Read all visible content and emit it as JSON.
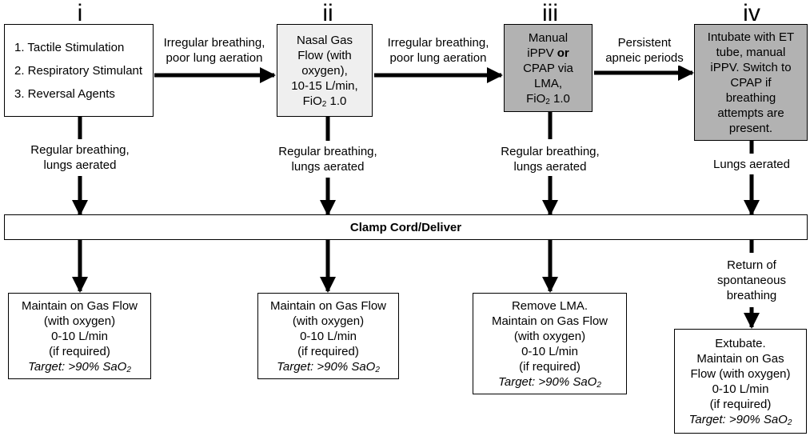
{
  "stages": [
    {
      "numeral": "i",
      "lines": [
        "1. Tactile Stimulation",
        "2. Respiratory Stimulant",
        "3. Reversal Agents"
      ]
    },
    {
      "numeral": "ii",
      "lines": [
        "Nasal Gas",
        "Flow (with",
        "oxygen),",
        "10-15 L/min,",
        "FiO",
        "2",
        " 1.0"
      ]
    },
    {
      "numeral": "iii",
      "lines": [
        "Manual",
        "iPPV",
        "or",
        "CPAP via",
        "LMA,",
        "FiO",
        "2",
        " 1.0"
      ]
    },
    {
      "numeral": "iv",
      "lines": [
        "Intubate with ET",
        "tube, manual",
        "iPPV. Switch to",
        "CPAP if",
        "breathing",
        "attempts are",
        "present."
      ]
    }
  ],
  "transitions": [
    {
      "lines": [
        "Irregular breathing,",
        "poor lung aeration"
      ]
    },
    {
      "lines": [
        "Irregular breathing,",
        "poor lung aeration"
      ]
    },
    {
      "lines": [
        "Persistent",
        "apneic periods"
      ]
    }
  ],
  "down_labels": [
    {
      "lines": [
        "Regular breathing,",
        "lungs aerated"
      ]
    },
    {
      "lines": [
        "Regular breathing,",
        "lungs aerated"
      ]
    },
    {
      "lines": [
        "Regular breathing,",
        "lungs aerated"
      ]
    },
    {
      "lines": [
        "Lungs aerated"
      ]
    }
  ],
  "clamp_label": "Clamp Cord/Deliver",
  "return_label": [
    "Return of",
    "spontaneous",
    "breathing"
  ],
  "outcomes": [
    {
      "lines": [
        "Maintain on Gas Flow",
        "(with oxygen)",
        "0-10 L/min",
        "(if required)",
        "Target: >90% SaO",
        "2"
      ]
    },
    {
      "lines": [
        "Maintain on Gas Flow",
        "(with oxygen)",
        "0-10 L/min",
        "(if required)",
        "Target: >90% SaO",
        "2"
      ]
    },
    {
      "lines": [
        "Remove LMA.",
        "Maintain on Gas Flow",
        "(with oxygen)",
        "0-10 L/min",
        "(if required)",
        "Target: >90% SaO",
        "2"
      ]
    },
    {
      "lines": [
        "Extubate.",
        "Maintain on Gas",
        "Flow (with oxygen)",
        "0-10 L/min",
        "(if required)",
        "Target: >90% SaO",
        "2"
      ]
    }
  ]
}
